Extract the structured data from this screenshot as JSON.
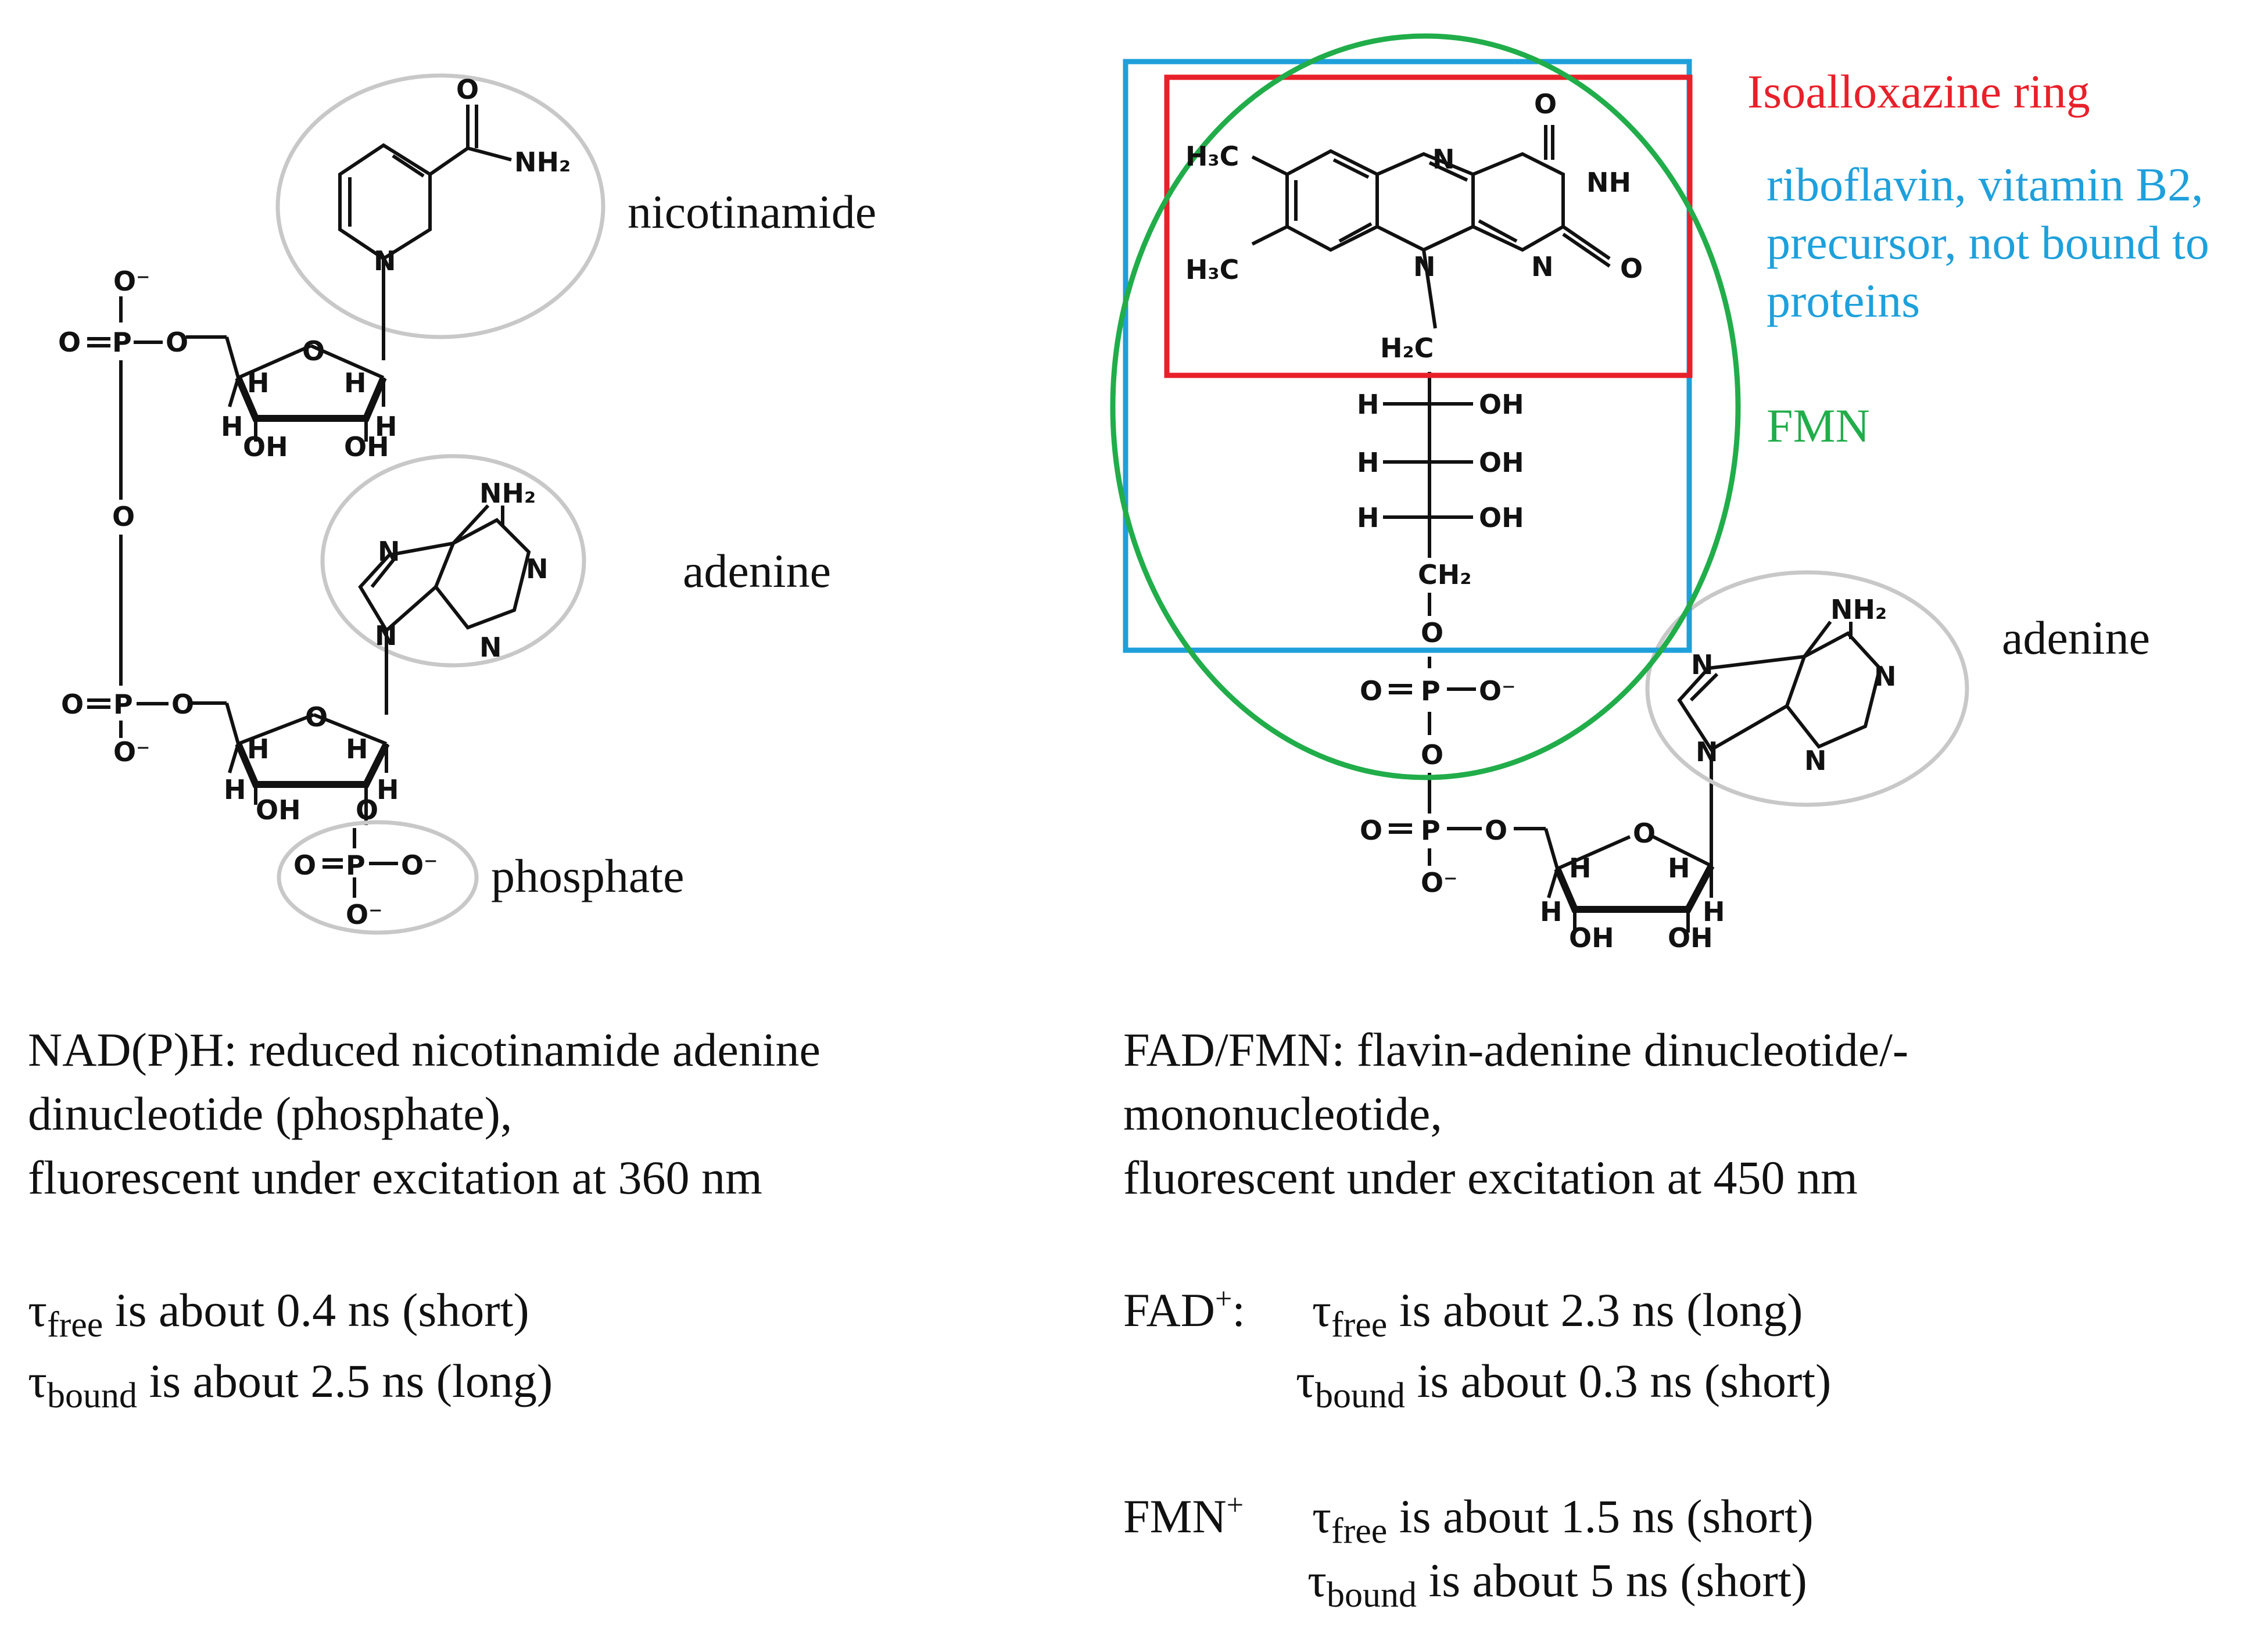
{
  "labels": {
    "nicotinamide": "nicotinamide",
    "adenine_left": "adenine",
    "phosphate": "phosphate",
    "isoalloxazine": "Isoalloxazine ring",
    "riboflavin_1": "riboflavin, vitamin B2,",
    "riboflavin_2": "precursor, not bound to",
    "riboflavin_3": "proteins",
    "fmn": "FMN",
    "adenine_right": "adenine"
  },
  "atoms": {
    "O": "O",
    "O_minus": "O⁻",
    "N": "N",
    "NH": "NH",
    "NH2": "NH₂",
    "H": "H",
    "OH": "OH",
    "P": "P",
    "H3C": "H₃C",
    "H2C": "H₂C",
    "CH2": "CH₂"
  },
  "left_caption": {
    "line1": "NAD(P)H: reduced nicotinamide adenine",
    "line2": "dinucleotide (phosphate),",
    "line3": "fluorescent under excitation at 360 nm",
    "tau": "τ",
    "free_sub": "free",
    "free_text": " is about 0.4 ns (short)",
    "bound_sub": "bound",
    "bound_text": " is about 2.5 ns (long)"
  },
  "right_caption": {
    "line1": "FAD/FMN: flavin-adenine dinucleotide/-",
    "line2": "mononucleotide,",
    "line3": "fluorescent under excitation at 450 nm",
    "fad": "FAD",
    "fad_sup": "+",
    "fad_colon": ":",
    "tau": "τ",
    "fad_free_sub": "free",
    "fad_free_text": " is about 2.3 ns (long)",
    "fad_bound_sub": "bound",
    "fad_bound_text": " is about 0.3 ns (short)",
    "fmn": "FMN",
    "fmn_sup": "+",
    "fmn_free_sub": "free",
    "fmn_free_text": " is about 1.5 ns (short)",
    "fmn_bound_sub": "bound",
    "fmn_bound_text": " is about 5 ns (short)"
  },
  "colors": {
    "isoalloxazine": "#e8202a",
    "riboflavin": "#1ea0db",
    "fmn": "#21ad4a",
    "ellipse": "#c8c8c8",
    "ink": "#111111"
  }
}
